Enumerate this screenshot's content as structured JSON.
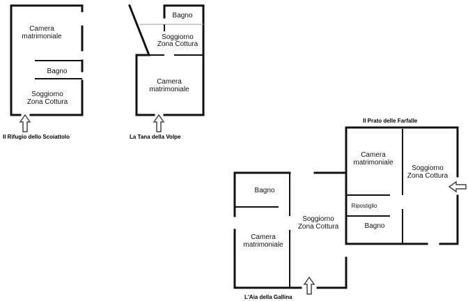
{
  "apartments": [
    {
      "name": "Il Rifugio dello Scoiattolo",
      "rooms": [
        "Camera",
        "matrimoniale",
        "Bagno",
        "Soggiorno",
        "Zona Cottura"
      ]
    },
    {
      "name": "La Tana della Volpe",
      "rooms": [
        "Bagno",
        "Soggiorno",
        "Zona Cottura",
        "Camera",
        "matrimoniale"
      ]
    },
    {
      "name": "Il Prato delle Farfalle",
      "rooms": [
        "Camera",
        "matrimoniale",
        "Soggiorno",
        "Zona Cottura",
        "Ripostiglio",
        "Bagno"
      ]
    },
    {
      "name": "L'Aia della Gallina",
      "rooms": [
        "Bagno",
        "Soggiorno",
        "Zona Cottura",
        "Camera",
        "matrimoniale"
      ]
    }
  ]
}
